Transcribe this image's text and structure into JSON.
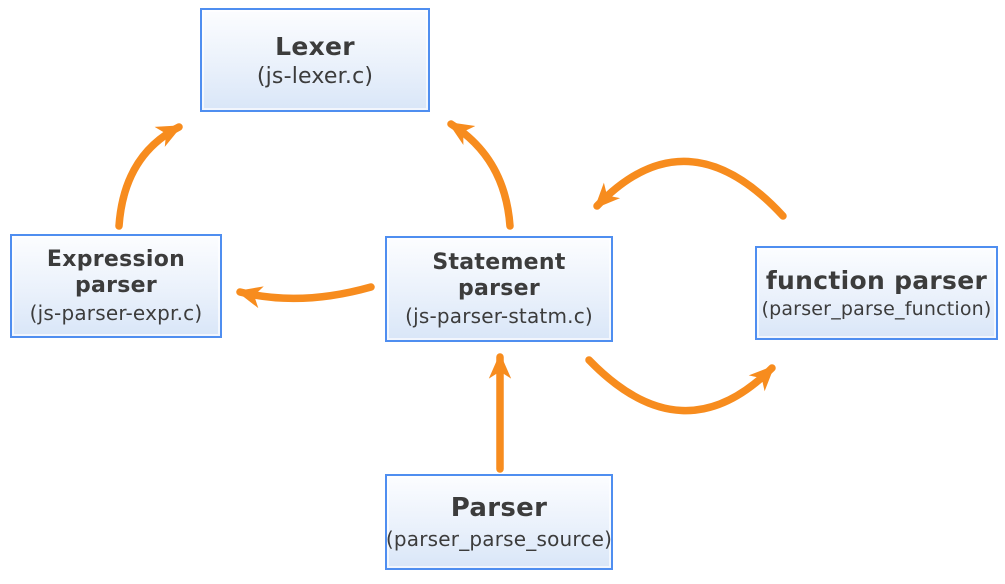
{
  "diagram": {
    "description": "Parser architecture diagram with orange call-flow arrows between blue component boxes",
    "colors": {
      "accent": "#f78c1e",
      "box_border": "#4f8ef0",
      "box_fill_top": "#fcfdff",
      "box_fill_bottom": "#d9e6f8",
      "text": "#3c3c3c",
      "background": "#ffffff"
    },
    "nodes": [
      {
        "id": "lexer",
        "title": "Lexer",
        "subtitle": "(js-lexer.c)"
      },
      {
        "id": "expression-parser",
        "title": "Expression\nparser",
        "subtitle": "(js-parser-expr.c)"
      },
      {
        "id": "statement-parser",
        "title": "Statement\nparser",
        "subtitle": "(js-parser-statm.c)"
      },
      {
        "id": "function-parser",
        "title": "function parser",
        "subtitle": "(parser_parse_function)"
      },
      {
        "id": "parser",
        "title": "Parser",
        "subtitle": "(parser_parse_source)"
      }
    ],
    "edges": [
      {
        "from": "expression-parser",
        "to": "lexer",
        "style": "curved"
      },
      {
        "from": "statement-parser",
        "to": "lexer",
        "style": "curved"
      },
      {
        "from": "statement-parser",
        "to": "expression-parser",
        "style": "curved"
      },
      {
        "from": "function-parser",
        "to": "statement-parser",
        "style": "curved"
      },
      {
        "from": "statement-parser",
        "to": "function-parser",
        "style": "curved"
      },
      {
        "from": "parser",
        "to": "statement-parser",
        "style": "straight"
      }
    ]
  }
}
